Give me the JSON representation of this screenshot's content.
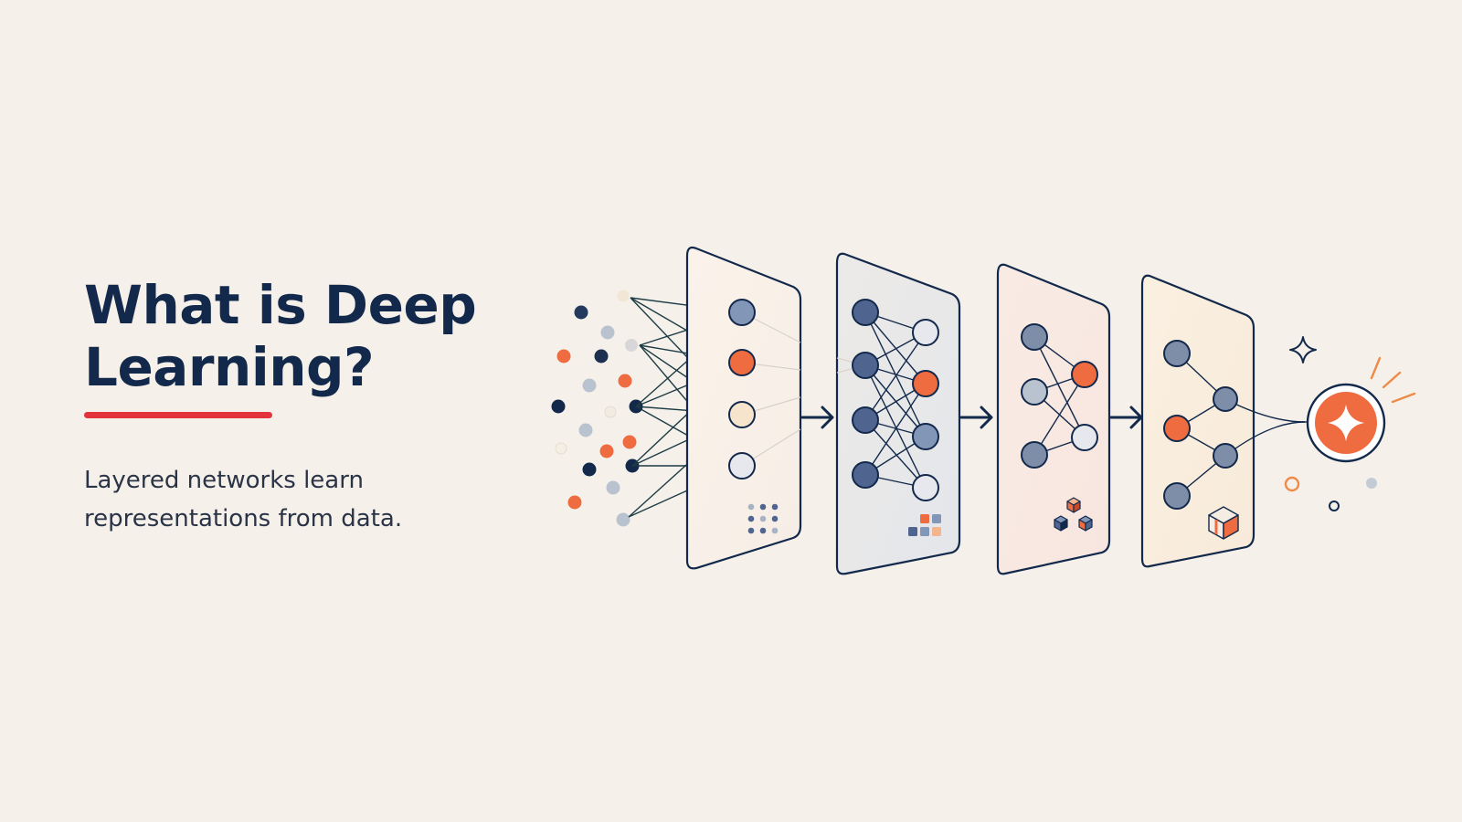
{
  "title": "What is Deep Learning?",
  "subtitle": "Layered networks learn representations from data.",
  "colors": {
    "background": "#f5f1ea",
    "navy": "#13294b",
    "accent_red": "#e3343d",
    "accent_orange": "#ee6c3f",
    "node_slate": "#7e93b4",
    "node_dark": "#4f6590",
    "node_light": "#dfe3ea"
  },
  "diagram": {
    "input_points_icon": "scattered-data-points",
    "layers": [
      {
        "name": "layer-1",
        "icon": "dot-grid-icon"
      },
      {
        "name": "layer-2",
        "icon": "color-squares-icon"
      },
      {
        "name": "layer-3",
        "icon": "three-cubes-icon"
      },
      {
        "name": "layer-4",
        "icon": "single-cube-icon"
      }
    ],
    "output_icon": "sparkle-icon"
  }
}
